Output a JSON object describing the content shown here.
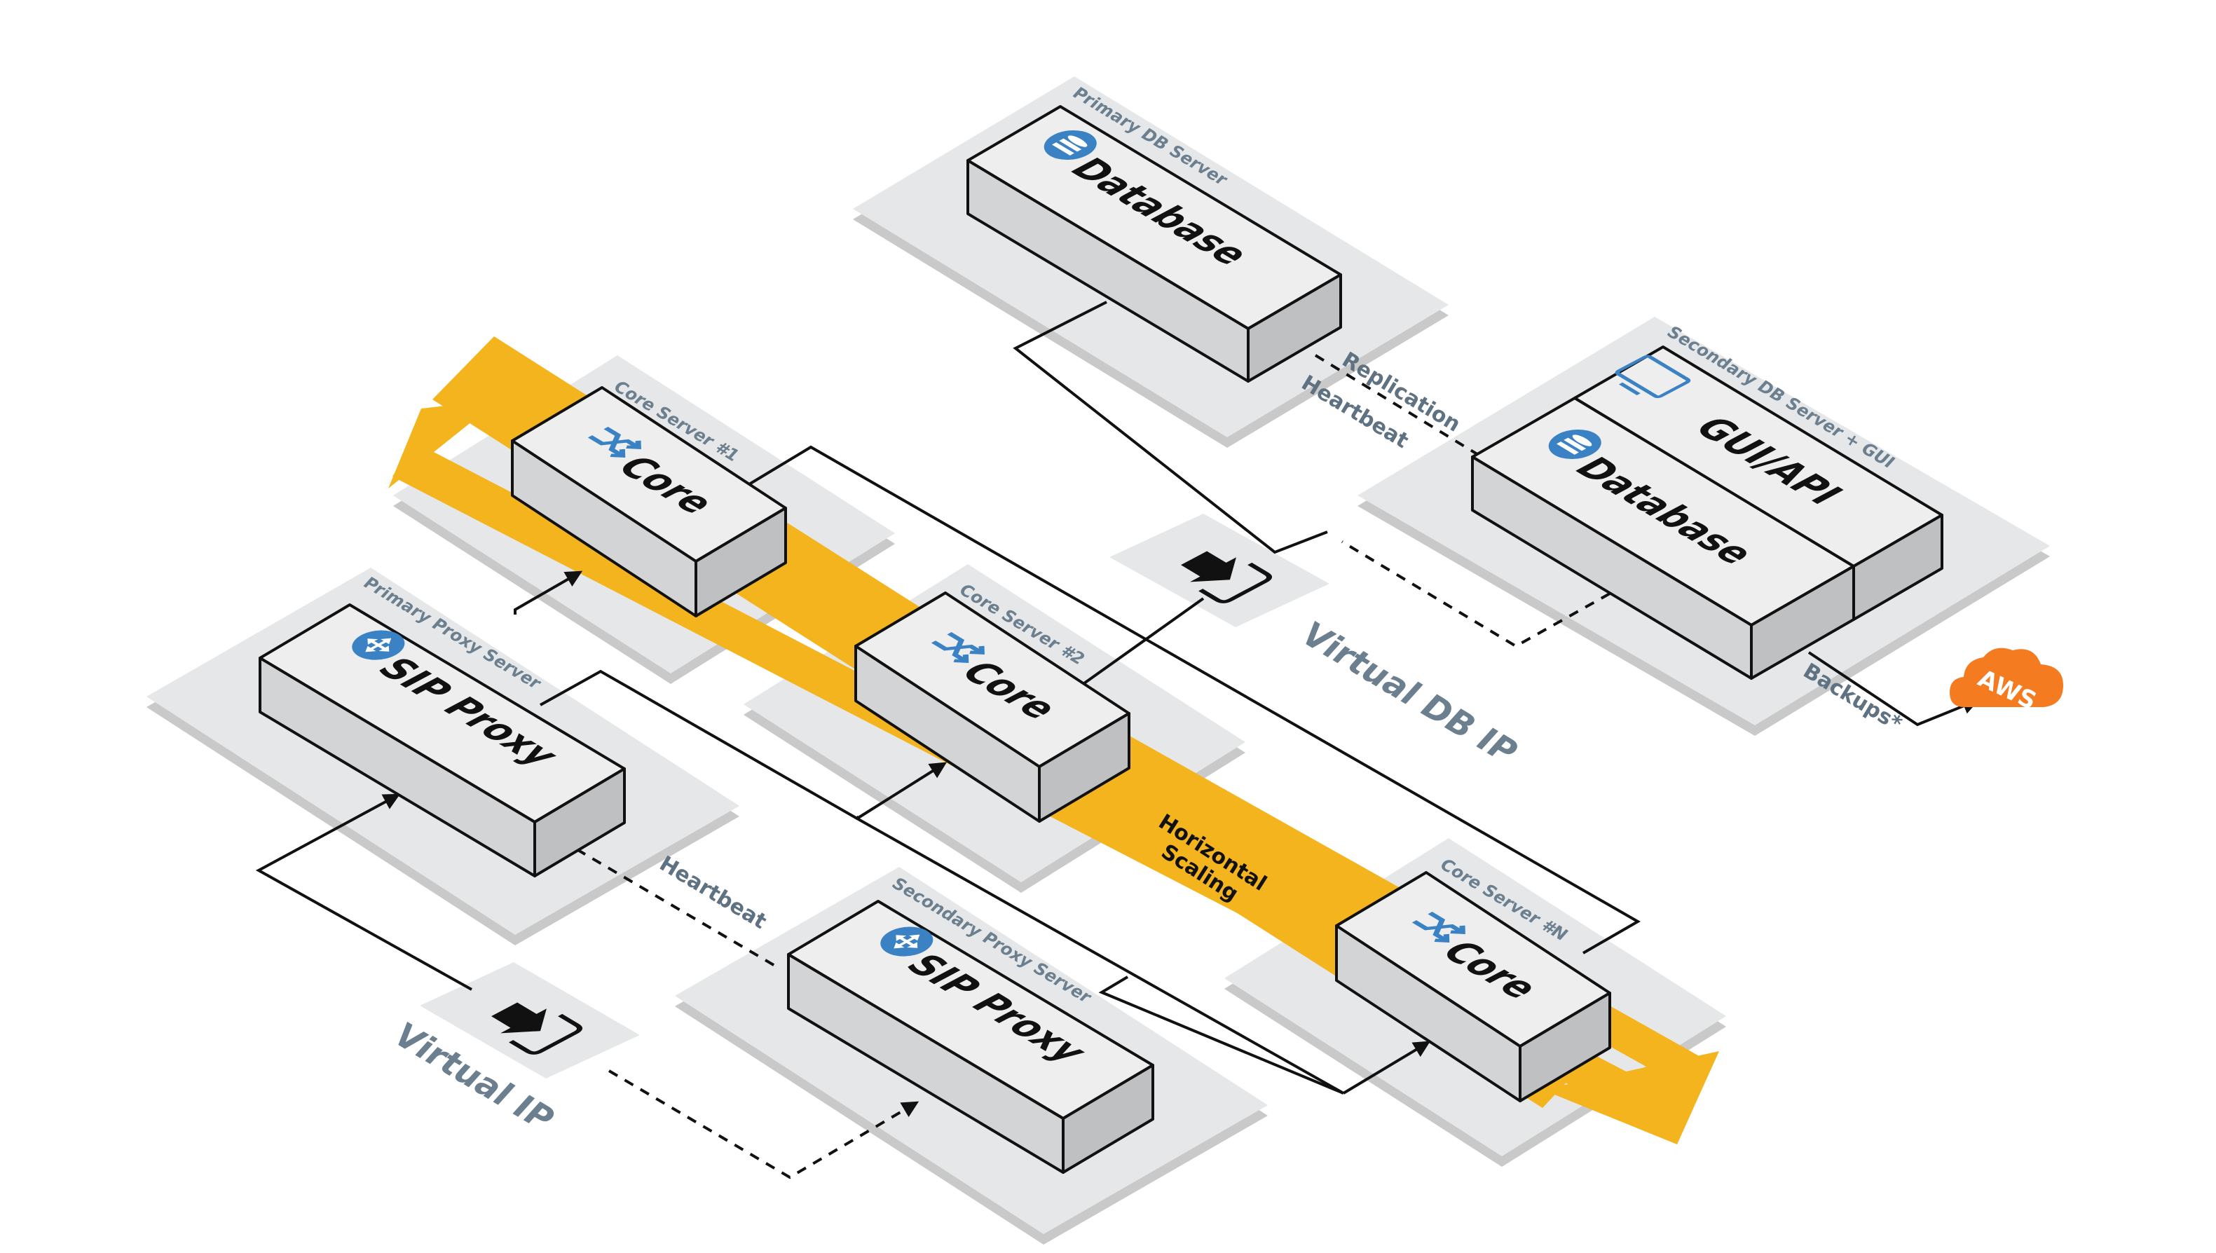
{
  "band": {
    "label_line1": "Horizontal",
    "label_line2": "Scaling",
    "color": "#f4b41e"
  },
  "servers": {
    "primary_db": {
      "caption": "Primary DB Server",
      "label": "Database",
      "icon": "database-icon"
    },
    "secondary_db": {
      "caption": "Secondary DB Server + GUI",
      "label_gui": "GUI/API",
      "label_db": "Database",
      "icons": [
        "monitor-icon",
        "database-icon"
      ]
    },
    "core1": {
      "caption": "Core Server #1",
      "label": "Core",
      "icon": "shuffle-icon"
    },
    "core2": {
      "caption": "Core Server #2",
      "label": "Core",
      "icon": "shuffle-icon"
    },
    "coreN": {
      "caption": "Core Server #N",
      "label": "Core",
      "icon": "shuffle-icon"
    },
    "primary_proxy": {
      "caption": "Primary Proxy Server",
      "label": "SIP Proxy",
      "icon": "move-arrows-icon"
    },
    "secondary_proxy": {
      "caption": "Secondary Proxy Server",
      "label": "SIP Proxy",
      "icon": "move-arrows-icon"
    }
  },
  "virtual_ips": {
    "db": {
      "label": "Virtual DB IP",
      "icon": "login-icon"
    },
    "proxy": {
      "label": "Virtual IP",
      "icon": "login-icon"
    }
  },
  "connection_labels": {
    "replication": "Replication",
    "db_heartbeat": "Heartbeat",
    "proxy_heartbeat": "Heartbeat",
    "backups": "Backups*"
  },
  "aws": {
    "label": "AWS",
    "color": "#f47b20"
  },
  "colors": {
    "icon_blue": "#3a82c4",
    "platform": "#e6e7e8",
    "caption": "#6b7f8f"
  }
}
